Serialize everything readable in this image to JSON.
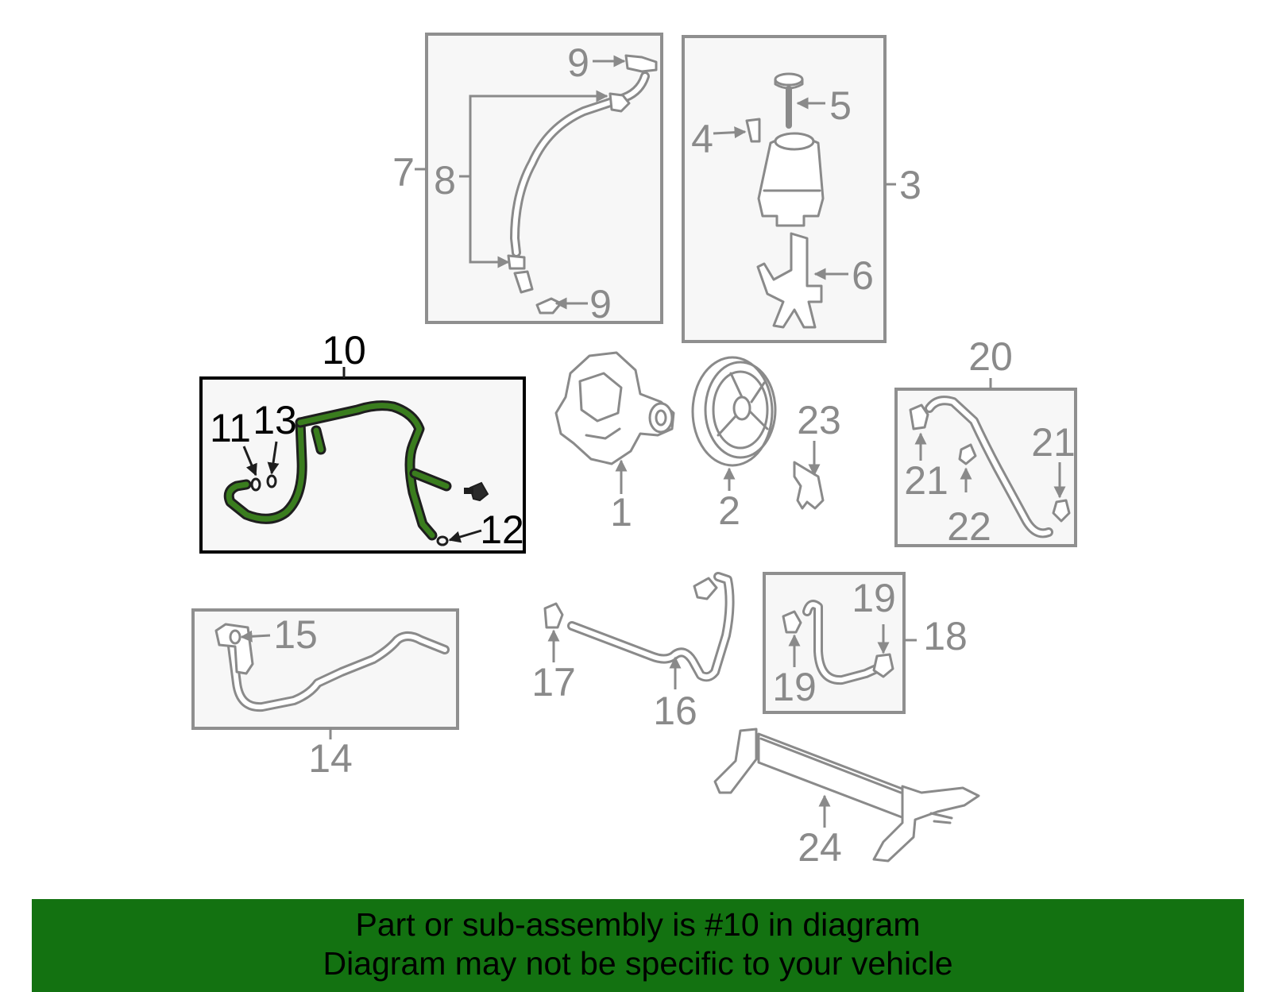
{
  "diagram": {
    "labels": {
      "n1": "1",
      "n2": "2",
      "n3": "3",
      "n4": "4",
      "n5": "5",
      "n6": "6",
      "n7": "7",
      "n8": "8",
      "n9a": "9",
      "n9b": "9",
      "n10": "10",
      "n11": "11",
      "n12": "12",
      "n13": "13",
      "n14": "14",
      "n15": "15",
      "n16": "16",
      "n17": "17",
      "n18": "18",
      "n19a": "19",
      "n19b": "19",
      "n20": "20",
      "n21a": "21",
      "n21b": "21",
      "n22": "22",
      "n23": "23",
      "n24": "24"
    },
    "highlighted_part": "10",
    "colors": {
      "highlight": "#3a7d1e",
      "banner": "#137211",
      "part_gray": "#8a8a8a"
    }
  },
  "banner": {
    "line1": "Part or sub-assembly is #10 in diagram",
    "line2": "Diagram may not be specific to your vehicle"
  }
}
